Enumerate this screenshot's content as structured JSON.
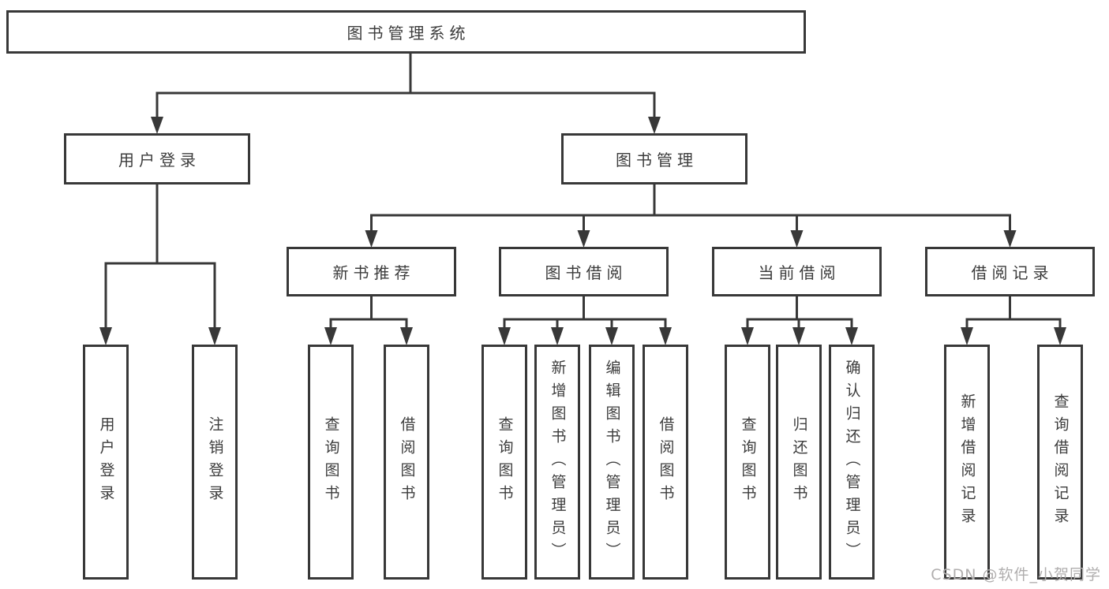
{
  "root": {
    "label": "图书管理系统",
    "children": [
      {
        "label": "用户登录",
        "children": [
          {
            "label": "用户登录"
          },
          {
            "label": "注销登录"
          }
        ]
      },
      {
        "label": "图书管理",
        "children": [
          {
            "label": "新书推荐",
            "children": [
              {
                "label": "查询图书"
              },
              {
                "label": "借阅图书"
              }
            ]
          },
          {
            "label": "图书借阅",
            "children": [
              {
                "label": "查询图书"
              },
              {
                "label": "新增图书（管理员）"
              },
              {
                "label": "编辑图书（管理员）"
              },
              {
                "label": "借阅图书"
              }
            ]
          },
          {
            "label": "当前借阅",
            "children": [
              {
                "label": "查询图书"
              },
              {
                "label": "归还图书"
              },
              {
                "label": "确认归还（管理员）"
              }
            ]
          },
          {
            "label": "借阅记录",
            "children": [
              {
                "label": "新增借阅记录"
              },
              {
                "label": "查询借阅记录"
              }
            ]
          }
        ]
      }
    ]
  },
  "watermark": {
    "text": "CSDN @软件_小贺同学"
  },
  "colors": {
    "line": "#383838",
    "text": "#3c3c3c",
    "watermark": "#b0aeae",
    "background": "#ffffff"
  }
}
